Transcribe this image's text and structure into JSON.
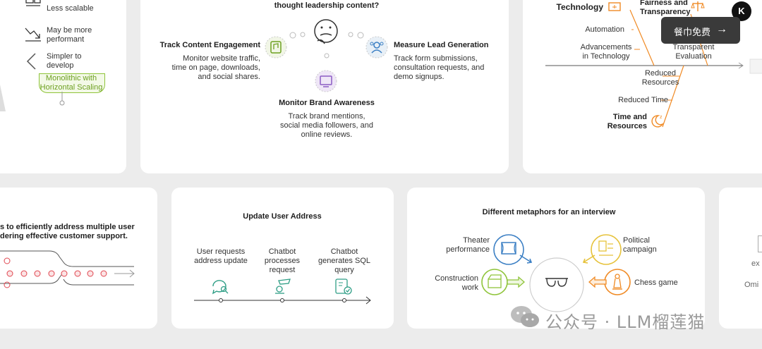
{
  "top_left": {
    "items": [
      {
        "label": "Less scalable"
      },
      {
        "label": "May be more performant"
      },
      {
        "label": "Simpler to develop"
      }
    ],
    "highlight": "Monolithic with Horizontal Scaling"
  },
  "top_center": {
    "heading": "thought leadership content?",
    "engagement": {
      "title": "Track Content Engagement",
      "desc": "Monitor website traffic, time on page, downloads, and social shares."
    },
    "lead": {
      "title": "Measure Lead Generation",
      "desc": "Track form submissions, consultation requests, and demo signups."
    },
    "brand": {
      "title": "Monitor Brand Awareness",
      "desc": "Track brand mentions, social media followers, and online reviews."
    }
  },
  "top_right": {
    "technology": "Technology",
    "fairness": "Fairness and Transparency",
    "automation": "Automation",
    "advancements": "Advancements in Technology",
    "transparent_eval": "Transparent Evaluation",
    "reduced_resources": "Reduced Resources",
    "reduced_time": "Reduced Time",
    "time_resources": "Time and Resources"
  },
  "overlay": {
    "badge_icon": "hk-logo-icon",
    "button_label": "餐巾免费",
    "button_arrow": "→"
  },
  "bottom_left": {
    "line1": "s to efficiently address multiple user",
    "line2": "dering effective customer support."
  },
  "bottom_center": {
    "title": "Update User Address",
    "steps": [
      {
        "label": "User requests address update"
      },
      {
        "label": "Chatbot processes request"
      },
      {
        "label": "Chatbot generates SQL query"
      }
    ]
  },
  "bottom_right": {
    "title": "Different metaphors for an interview",
    "theater": "Theater performance",
    "political": "Political campaign",
    "construction": "Construction work",
    "chess": "Chess game"
  },
  "far_right": {
    "frag1": "ex",
    "frag2": "Omi"
  },
  "watermark": {
    "text": "公众号 · LLM榴莲猫"
  },
  "colors": {
    "orange": "#f08a24",
    "green": "#8fc43a",
    "teal": "#2f9e86",
    "purple": "#8b5cc4",
    "red": "#e0454f",
    "yellow": "#e6c23a"
  }
}
